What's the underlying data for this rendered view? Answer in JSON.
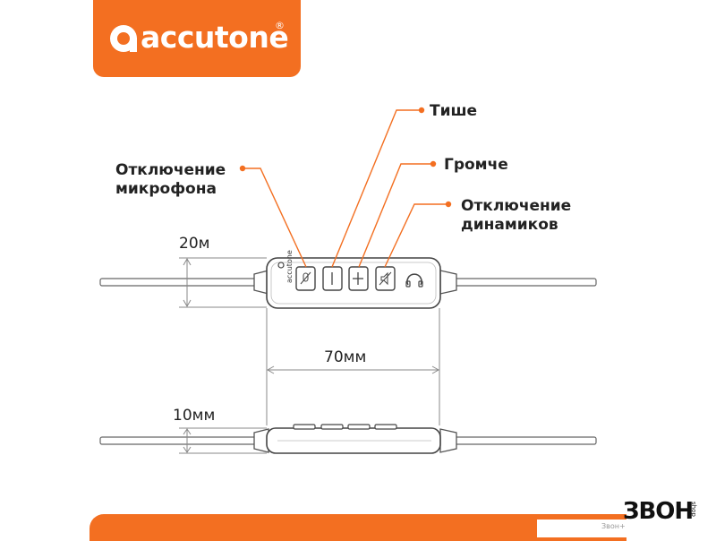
{
  "brand": {
    "logo_name": "accutone",
    "registered": "®",
    "logo_icon": "accutone-circle-logo-icon"
  },
  "labels": {
    "mic_mute": [
      "Отключение",
      "микрофона"
    ],
    "volume_down": "Тише",
    "volume_up": "Громче",
    "speaker_mute": [
      "Отключение",
      "динамиков"
    ]
  },
  "dimensions": {
    "height_top": "20м",
    "length": "70мм",
    "thickness": "10мм"
  },
  "controller": {
    "print": "accutone",
    "buttons": [
      "mic-mute-icon",
      "minus-icon",
      "plus-icon",
      "speaker-mute-icon"
    ],
    "jack_icon": "headphone-icon"
  },
  "footer": {
    "store_logo": "ЗВОН",
    "store_sub": "shop",
    "note": "Звон+"
  },
  "colors": {
    "accent": "#f36f21",
    "text": "#222222",
    "line": "#555555"
  }
}
